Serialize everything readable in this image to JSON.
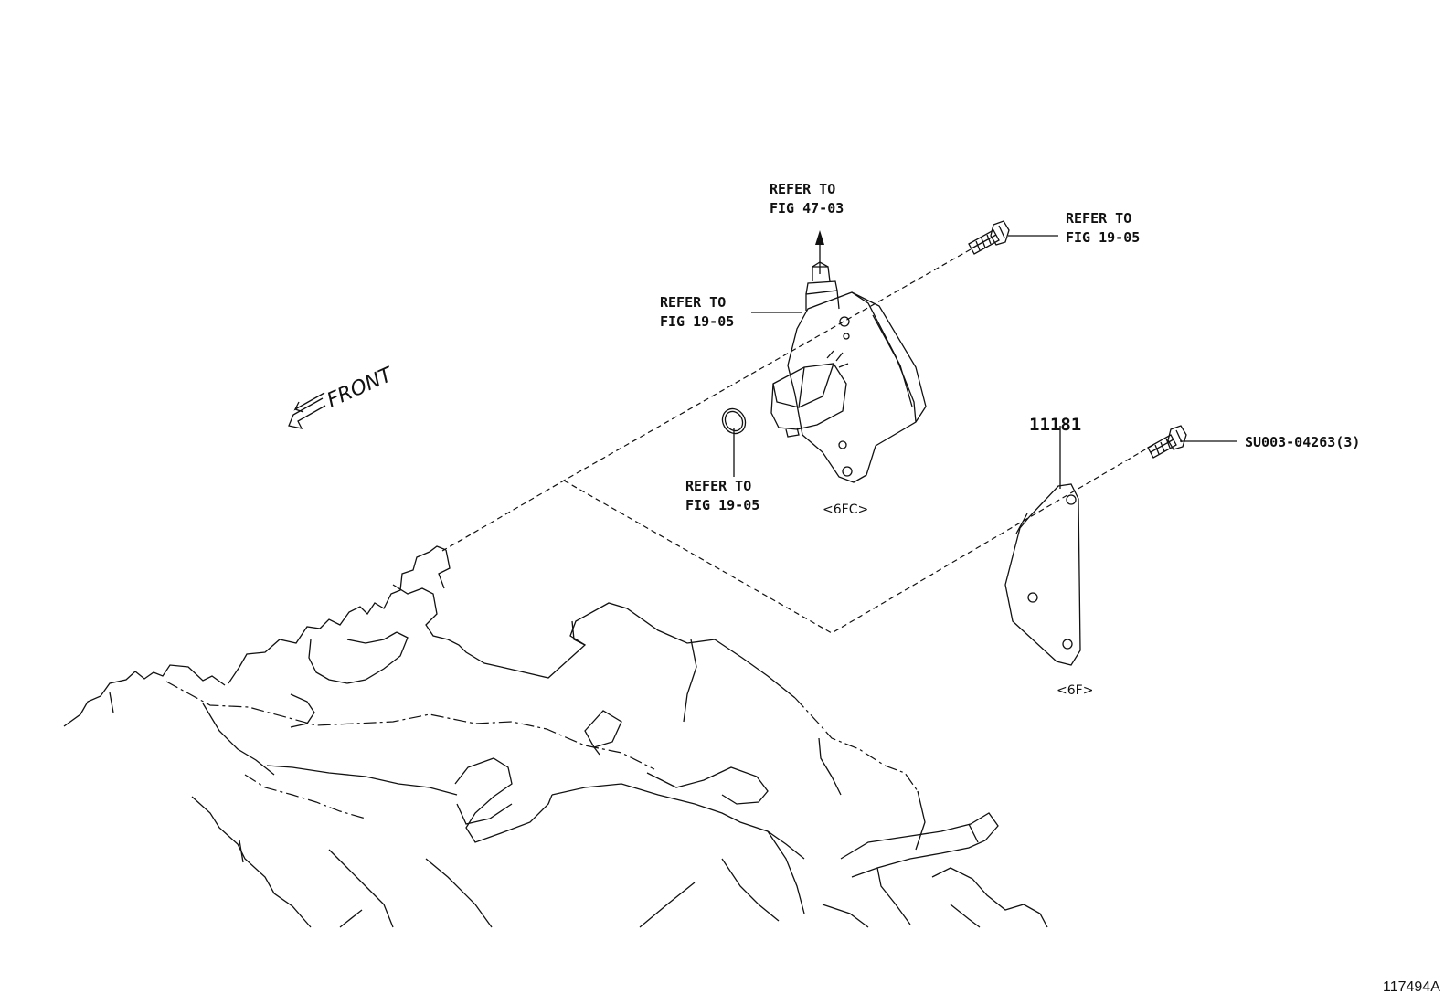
{
  "callouts": {
    "upper_pipe": [
      "REFER TO",
      "FIG 47-03"
    ],
    "pump_bolt": [
      "REFER TO",
      "FIG 19-05"
    ],
    "pump_body": [
      "REFER TO",
      "FIG 19-05"
    ],
    "o_ring": [
      "REFER TO",
      "FIG 19-05"
    ],
    "plate_bolt": "SU003-04263(3)",
    "plate_part": "11181"
  },
  "codes": {
    "pump": "<6FC>",
    "plate": "<6F>"
  },
  "front_label": "FRONT",
  "figure_id": "117494A"
}
